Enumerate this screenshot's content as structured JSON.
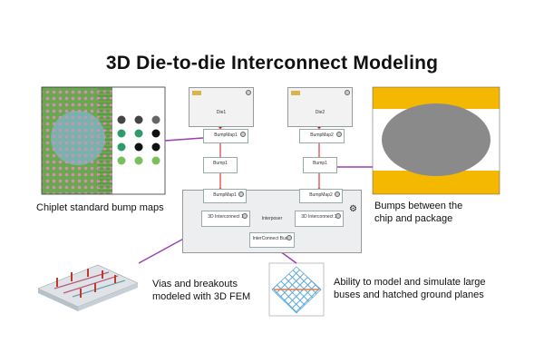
{
  "title": "3D Die-to-die Interconnect Modeling",
  "captions": {
    "bump_maps": "Chiplet standard bump maps",
    "package_line1": "Bumps between the",
    "package_line2": "chip and package",
    "vias_line1": "Vias and breakouts",
    "vias_line2": "modeled with 3D FEM",
    "bus_line1": "Ability to model and simulate large",
    "bus_line2": "buses and hatched ground planes"
  },
  "schematic": {
    "die_left": "Die1",
    "die_right": "Die2",
    "bumpmap_left": "BumpMap1",
    "bumpmap_right": "BumpMap2",
    "bump_left": "Bump1",
    "bump_right": "Bump1",
    "bumpmap_left_lower": "BumpMap1",
    "bumpmap_right_lower": "BumpMap2",
    "interconnect_left": "3D Interconnect 1",
    "interconnect_right": "3D Interconnect 2",
    "interposer": "Interposer",
    "bus": "InterConnect Bus 1",
    "gear_icon": "gear-icon"
  },
  "colors": {
    "connector": "#9b3fb0",
    "wire": "#d11",
    "bump_green": "#6aa84f",
    "bump_dots": "#d98cb3",
    "package_yellow": "#f5b800",
    "package_gray": "#8a8a8a",
    "mesh_blue": "#5aa7d8"
  }
}
